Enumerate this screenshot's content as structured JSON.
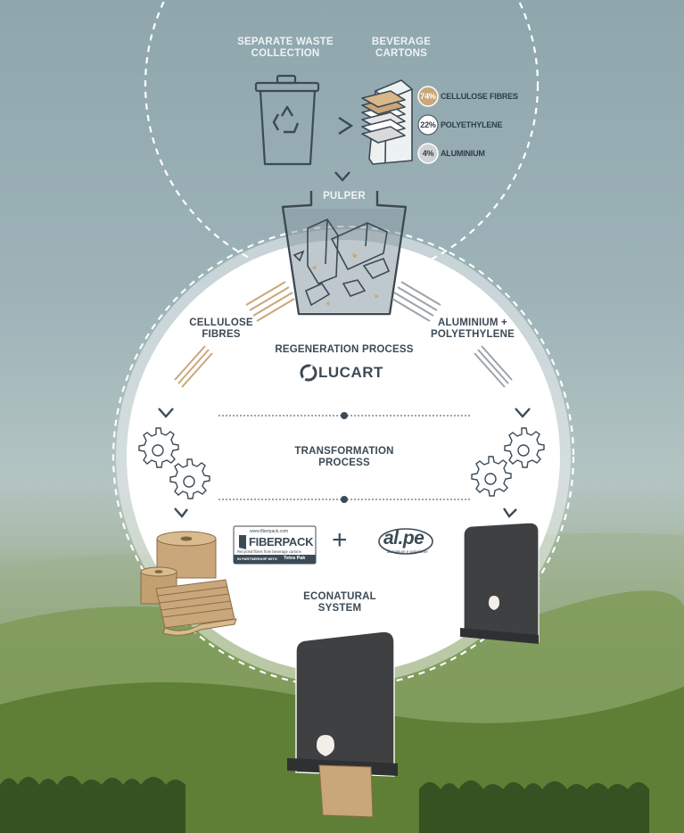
{
  "labels": {
    "separate_waste": "SEPARATE WASTE\nCOLLECTION",
    "beverage_cartons": "BEVERAGE\nCARTONS",
    "pulper": "PULPER",
    "cellulose_fibres": "CELLULOSE\nFIBRES",
    "aluminium_polyethylene": "ALUMINIUM +\nPOLYETHYLENE",
    "regeneration_process": "REGENERATION PROCESS",
    "transformation_process": "TRANSFORMATION\nPROCESS",
    "econatural_system": "ECONATURAL\nSYSTEM"
  },
  "composition": [
    {
      "percent": "74%",
      "label": "CELLULOSE FIBRES",
      "color": "#c9a77a"
    },
    {
      "percent": "22%",
      "label": "POLYETHYLENE",
      "color": "#ffffff"
    },
    {
      "percent": "4%",
      "label": "ALUMINIUM",
      "color": "#d0d2d3"
    }
  ],
  "brands": {
    "lucart": "LUCART",
    "fiberpack_url": "www.fiberpack.com",
    "fiberpack": "FIBERPACK",
    "fiberpack_tagline": "Recycled fibres from beverage cartons",
    "fiberpack_partner": "IN PARTNERSHIP WITH",
    "tetrapak": "Tetra Pak",
    "alpe": "al.pe",
    "alpe_tagline": "aluminium e polietilene",
    "plus": "+"
  },
  "colors": {
    "kraft": "#c9a77a",
    "slate": "#3c4a55",
    "dispenser": "#3f4042",
    "circle": "#ffffff"
  }
}
